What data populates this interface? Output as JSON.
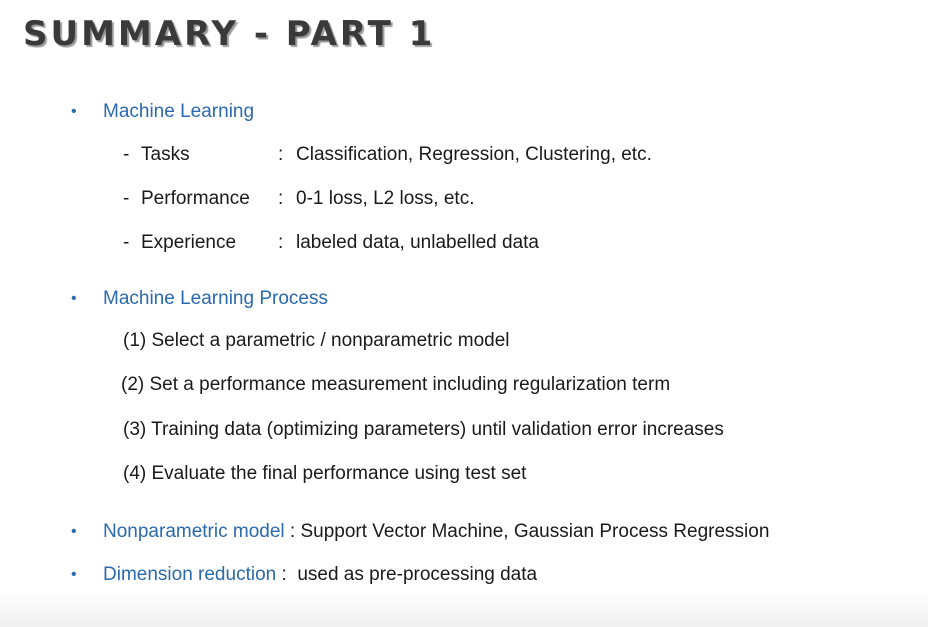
{
  "slide": {
    "title": "SUMMARY - PART 1",
    "ml": {
      "heading": "Machine Learning",
      "items": [
        {
          "dash": "-",
          "label": "Tasks",
          "colon": ":",
          "text": "Classification, Regression, Clustering, etc."
        },
        {
          "dash": "-",
          "label": "Performance",
          "colon": ":",
          "text": "0-1 loss, L2 loss, etc."
        },
        {
          "dash": "-",
          "label": "Experience",
          "colon": ":",
          "text": "labeled data, unlabelled data"
        }
      ]
    },
    "process": {
      "heading": "Machine Learning Process",
      "steps": [
        "(1)  Select a parametric / nonparametric model",
        "(2)  Set a performance measurement including regularization term",
        "(3)  Training data (optimizing parameters) until validation error increases",
        "(4)  Evaluate the final performance using test set"
      ]
    },
    "nonparam": {
      "heading": "Nonparametric model",
      "sep": " : ",
      "text": "Support Vector Machine, Gaussian Process Regression"
    },
    "dimred": {
      "heading": "Dimension reduction",
      "sep": " :  ",
      "text": "used as pre-processing data"
    },
    "bullet_symbol": "•",
    "colors": {
      "heading_blue": "#2a6aad",
      "title_gray": "#3a3a3a"
    }
  }
}
